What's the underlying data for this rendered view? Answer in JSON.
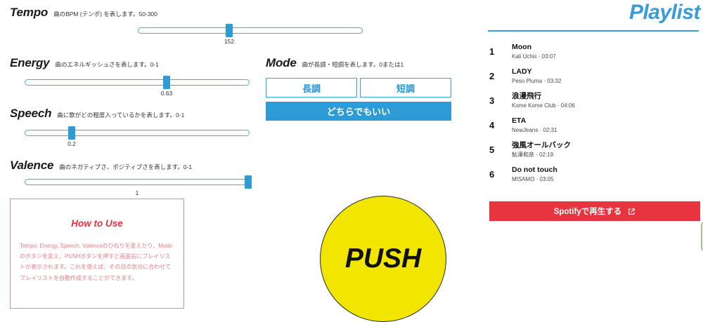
{
  "params": [
    {
      "id": "tempo",
      "title": "Tempo",
      "desc": "曲のBPM (テンポ) を表します。50-300",
      "value": "152"
    },
    {
      "id": "energy",
      "title": "Energy",
      "desc": "曲のエネルギッシュさを表します。0-1",
      "value": "0.63"
    },
    {
      "id": "speech",
      "title": "Speech",
      "desc": "曲に歌がどの程度入っているかを表します。0-1",
      "value": "0.2"
    },
    {
      "id": "valence",
      "title": "Valence",
      "desc": "曲のネガティブさ、ポジティブさを表します。0-1",
      "value": "1"
    }
  ],
  "mode": {
    "title": "Mode",
    "desc": "曲が長調・短調を表します。0または1",
    "major_label": "長調",
    "minor_label": "短調",
    "either_label": "どちらでもいい"
  },
  "howto": {
    "title": "How to Use",
    "body": "Tempo, Energy, Speech, Valenceのひねりを変えたり、Modeのボタンを変え、PUSHボタンを押すと画面右にプレイリストが表示されます。これを使えば、その日の気分に合わせてプレイリストを自動作成することができます。"
  },
  "push": {
    "label": "PUSH"
  },
  "playlist": {
    "title": "Playlist",
    "tracks": [
      {
        "num": "1",
        "name": "Moon",
        "sub": "Kali Uchis · 03:07"
      },
      {
        "num": "2",
        "name": "LADY",
        "sub": "Peso Pluma · 03:32"
      },
      {
        "num": "3",
        "name": "浪漫飛行",
        "sub": "Kome Kome Club · 04:06"
      },
      {
        "num": "4",
        "name": "ETA",
        "sub": "NewJeans · 02:31"
      },
      {
        "num": "5",
        "name": "強風オールバック",
        "sub": "鮎澤和彦 · 02:19"
      },
      {
        "num": "6",
        "name": "Do not touch",
        "sub": "MISAMO · 03:05"
      }
    ],
    "spotify_button": "Spotifyで再生する"
  },
  "colors": {
    "accent_blue": "#2e9bd6",
    "title_blue": "#3a9bd9",
    "red": "#e8343f",
    "pink": "#f07b86",
    "yellow": "#f2e500",
    "green": "#9bca83"
  }
}
